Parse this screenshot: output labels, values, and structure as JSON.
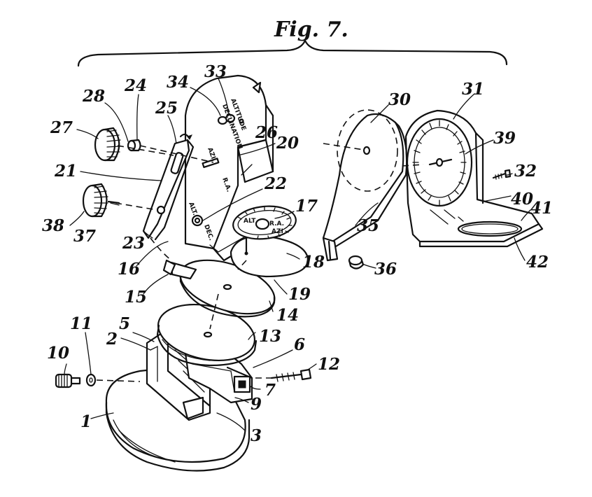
{
  "figure": {
    "title": "Fig. 7.",
    "plate_labels": {
      "top1": "ALTITUDE",
      "top2": "DECLINATION",
      "azi": "AZI.",
      "ra": "R.A.",
      "alt": "ALT.",
      "dec": "DEC."
    },
    "dial_labels": {
      "a": "ALT",
      "b": "R.A.",
      "c": "AZI"
    },
    "references": {
      "r1": "1",
      "r2": "2",
      "r3": "3",
      "r5": "5",
      "r6": "6",
      "r7": "7",
      "r9": "9",
      "r10": "10",
      "r11": "11",
      "r12": "12",
      "r13": "13",
      "r14": "14",
      "r15": "15",
      "r16": "16",
      "r17": "17",
      "r18": "18",
      "r19": "19",
      "r20": "20",
      "r21": "21",
      "r22": "22",
      "r23": "23",
      "r24": "24",
      "r25": "25",
      "r26": "26",
      "r27": "27",
      "r28": "28",
      "r30": "30",
      "r31": "31",
      "r32": "32",
      "r33": "33",
      "r34": "34",
      "r35": "35",
      "r36": "36",
      "r37": "37",
      "r38": "38",
      "r39": "39",
      "r40": "40",
      "r41": "41",
      "r42": "42"
    }
  }
}
